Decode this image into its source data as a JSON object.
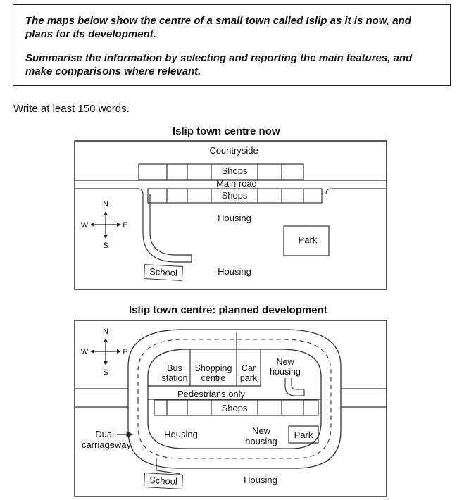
{
  "task": {
    "paragraph1": "The maps below show the centre of a small town called Islip as it is now, and plans for its development.",
    "paragraph2": "Summarise the information by selecting and reporting the main features, and make comparisons where relevant.",
    "instruction": "Write at least 150 words."
  },
  "map_now": {
    "title": "Islip town centre now",
    "countryside": "Countryside",
    "shops_north": "Shops",
    "main_road": "Main road",
    "shops_south": "Shops",
    "housing_north": "Housing",
    "park": "Park",
    "school": "School",
    "housing_south": "Housing"
  },
  "map_planned": {
    "title": "Islip town centre: planned development",
    "bus_station_line1": "Bus",
    "bus_station_line2": "station",
    "shopping_centre_line1": "Shopping",
    "shopping_centre_line2": "centre",
    "car_park_line1": "Car",
    "car_park_line2": "park",
    "new_housing_north_line1": "New",
    "new_housing_north_line2": "housing",
    "pedestrians": "Pedestrians only",
    "shops": "Shops",
    "dual_line1": "Dual",
    "dual_line2": "carriageway",
    "housing_west": "Housing",
    "new_housing_south_line1": "New",
    "new_housing_south_line2": "housing",
    "park": "Park",
    "school": "School",
    "housing_south": "Housing"
  },
  "compass": {
    "n": "N",
    "s": "S",
    "e": "E",
    "w": "W"
  }
}
